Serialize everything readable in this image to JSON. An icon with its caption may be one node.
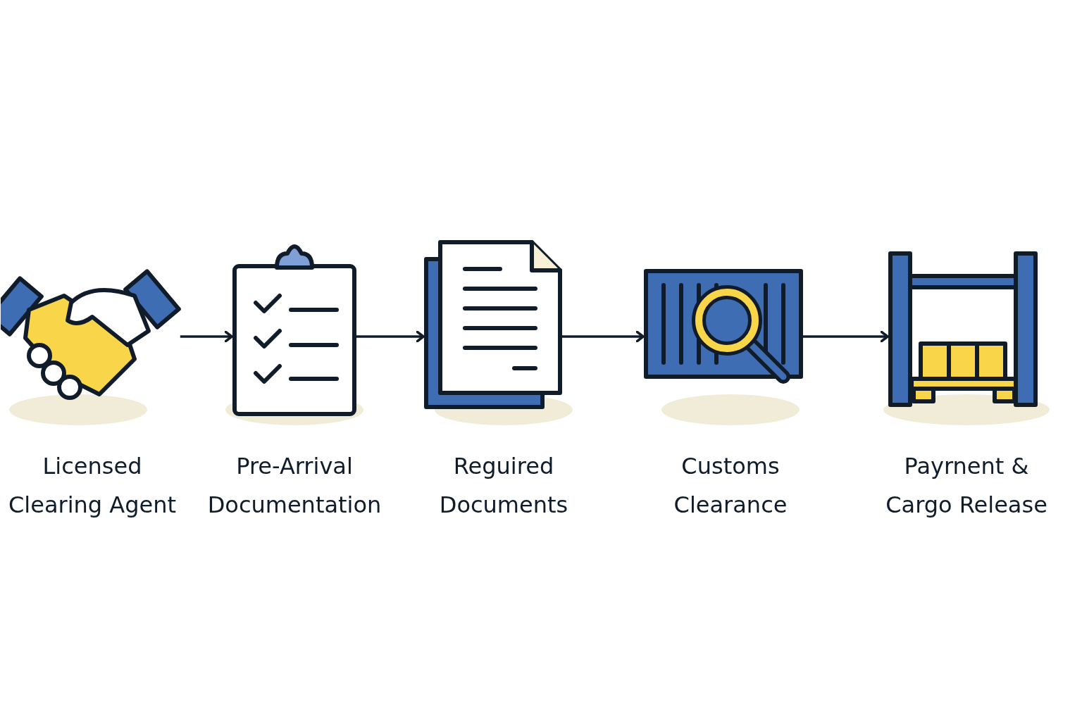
{
  "diagram": {
    "nodes": [
      {
        "text": [
          "Licensed Clearing Agent"
        ]
      },
      {
        "text": [
          "Pre-Arrival Documentation"
        ]
      },
      {
        "text": [
          "Reguired Documents"
        ]
      },
      {
        "text": [
          "Customs Clearance"
        ]
      },
      {
        "text": [
          "Payrnent & Cargo Release"
        ]
      }
    ],
    "edges": [
      {
        "from": 0,
        "to": 1,
        "arrow": "to"
      },
      {
        "from": 1,
        "to": 2,
        "arrow": "to"
      },
      {
        "from": 2,
        "to": 3,
        "arrow": "to"
      },
      {
        "from": 3,
        "to": 4,
        "arrow": "to"
      }
    ]
  }
}
